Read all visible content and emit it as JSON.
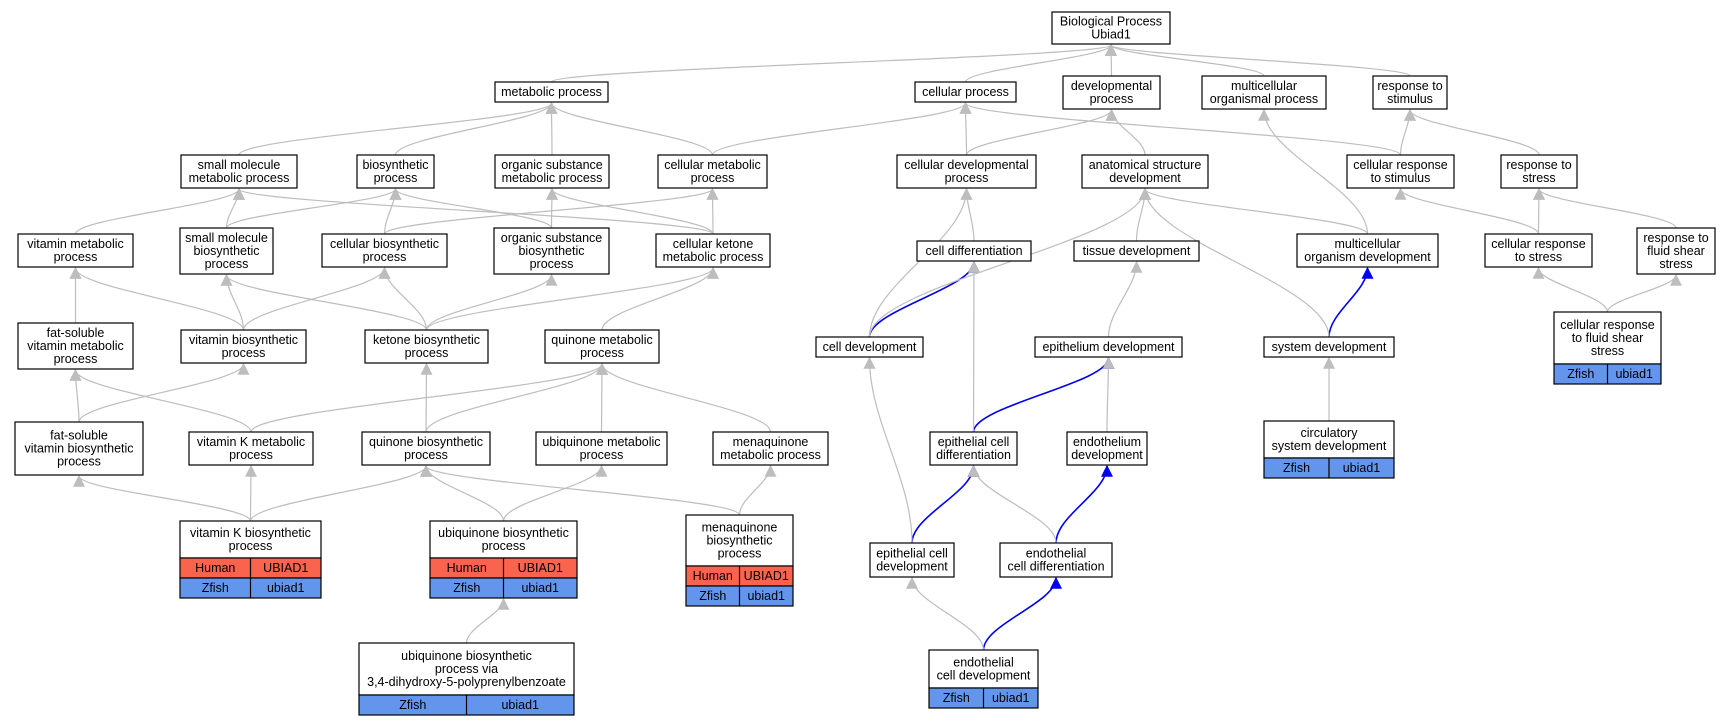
{
  "diagram": {
    "colors": {
      "edge": "#bdbdbd",
      "highlight_edge": "#0000ee",
      "node_border": "#000000",
      "human_row": "#fa634e",
      "zfish_row": "#6495ed"
    },
    "nodes": [
      {
        "id": "bp",
        "lines": [
          "Biological Process",
          "Ubiad1"
        ]
      },
      {
        "id": "metabolic",
        "lines": [
          "metabolic process"
        ]
      },
      {
        "id": "cellular",
        "lines": [
          "cellular process"
        ]
      },
      {
        "id": "developmental",
        "lines": [
          "developmental",
          "process"
        ]
      },
      {
        "id": "multicellular_org",
        "lines": [
          "multicellular",
          "organismal process"
        ]
      },
      {
        "id": "response_stim",
        "lines": [
          "response to",
          "stimulus"
        ]
      },
      {
        "id": "small_mol_met",
        "lines": [
          "small molecule",
          "metabolic process"
        ]
      },
      {
        "id": "biosynthetic",
        "lines": [
          "biosynthetic",
          "process"
        ]
      },
      {
        "id": "org_sub_met",
        "lines": [
          "organic substance",
          "metabolic process"
        ]
      },
      {
        "id": "cell_met",
        "lines": [
          "cellular metabolic",
          "process"
        ]
      },
      {
        "id": "cell_dev_proc",
        "lines": [
          "cellular developmental",
          "process"
        ]
      },
      {
        "id": "anat_dev",
        "lines": [
          "anatomical structure",
          "development"
        ]
      },
      {
        "id": "cell_resp_stim",
        "lines": [
          "cellular response",
          "to stimulus"
        ]
      },
      {
        "id": "resp_stress",
        "lines": [
          "response to",
          "stress"
        ]
      },
      {
        "id": "vit_met",
        "lines": [
          "vitamin metabolic",
          "process"
        ]
      },
      {
        "id": "small_mol_bio",
        "lines": [
          "small molecule",
          "biosynthetic",
          "process"
        ]
      },
      {
        "id": "cell_bio",
        "lines": [
          "cellular biosynthetic",
          "process"
        ]
      },
      {
        "id": "org_sub_bio",
        "lines": [
          "organic substance",
          "biosynthetic",
          "process"
        ]
      },
      {
        "id": "cell_ketone",
        "lines": [
          "cellular ketone",
          "metabolic process"
        ]
      },
      {
        "id": "cell_diff",
        "lines": [
          "cell differentiation"
        ]
      },
      {
        "id": "tissue_dev",
        "lines": [
          "tissue development"
        ]
      },
      {
        "id": "multi_org_dev",
        "lines": [
          "multicellular",
          "organism development"
        ]
      },
      {
        "id": "cell_resp_stress",
        "lines": [
          "cellular response",
          "to stress"
        ]
      },
      {
        "id": "resp_fluid",
        "lines": [
          "response to",
          "fluid shear",
          "stress"
        ]
      },
      {
        "id": "fat_vit_met",
        "lines": [
          "fat-soluble",
          "vitamin metabolic",
          "process"
        ]
      },
      {
        "id": "vit_bio",
        "lines": [
          "vitamin biosynthetic",
          "process"
        ]
      },
      {
        "id": "ketone_bio",
        "lines": [
          "ketone biosynthetic",
          "process"
        ]
      },
      {
        "id": "quinone_met",
        "lines": [
          "quinone metabolic",
          "process"
        ]
      },
      {
        "id": "cell_devt",
        "lines": [
          "cell development"
        ]
      },
      {
        "id": "epi_dev",
        "lines": [
          "epithelium development"
        ]
      },
      {
        "id": "sys_dev",
        "lines": [
          "system development"
        ]
      },
      {
        "id": "cell_resp_fluid",
        "lines": [
          "cellular response",
          "to fluid shear",
          "stress"
        ],
        "rows": [
          [
            "Zfish",
            "ubiad1"
          ]
        ]
      },
      {
        "id": "fat_vit_bio",
        "lines": [
          "fat-soluble",
          "vitamin biosynthetic",
          "process"
        ]
      },
      {
        "id": "vitk_met",
        "lines": [
          "vitamin K metabolic",
          "process"
        ]
      },
      {
        "id": "quinone_bio",
        "lines": [
          "quinone biosynthetic",
          "process"
        ]
      },
      {
        "id": "ubiq_met",
        "lines": [
          "ubiquinone metabolic",
          "process"
        ]
      },
      {
        "id": "menaq_met",
        "lines": [
          "menaquinone",
          "metabolic process"
        ]
      },
      {
        "id": "epi_cell_diff",
        "lines": [
          "epithelial cell",
          "differentiation"
        ]
      },
      {
        "id": "endoth_dev",
        "lines": [
          "endothelium",
          "development"
        ]
      },
      {
        "id": "circ_sys",
        "lines": [
          "circulatory",
          "system development"
        ],
        "rows": [
          [
            "Zfish",
            "ubiad1"
          ]
        ]
      },
      {
        "id": "vitk_bio",
        "lines": [
          "vitamin K biosynthetic",
          "process"
        ],
        "rows": [
          [
            "Human",
            "UBIAD1"
          ],
          [
            "Zfish",
            "ubiad1"
          ]
        ]
      },
      {
        "id": "ubiq_bio",
        "lines": [
          "ubiquinone biosynthetic",
          "process"
        ],
        "rows": [
          [
            "Human",
            "UBIAD1"
          ],
          [
            "Zfish",
            "ubiad1"
          ]
        ]
      },
      {
        "id": "menaq_bio",
        "lines": [
          "menaquinone",
          "biosynthetic",
          "process"
        ],
        "rows": [
          [
            "Human",
            "UBIAD1"
          ],
          [
            "Zfish",
            "ubiad1"
          ]
        ]
      },
      {
        "id": "epi_cell_dev",
        "lines": [
          "epithelial cell",
          "development"
        ]
      },
      {
        "id": "endoth_cell_diff",
        "lines": [
          "endothelial",
          "cell differentiation"
        ]
      },
      {
        "id": "ubiq_via",
        "lines": [
          "ubiquinone biosynthetic",
          "process via",
          "3,4-dihydroxy-5-polyprenylbenzoate"
        ],
        "rows": [
          [
            "Zfish",
            "ubiad1"
          ]
        ]
      },
      {
        "id": "endoth_cell_dev",
        "lines": [
          "endothelial",
          "cell development"
        ],
        "rows": [
          [
            "Zfish",
            "ubiad1"
          ]
        ]
      }
    ],
    "edges": [
      {
        "from": "metabolic",
        "to": "bp"
      },
      {
        "from": "cellular",
        "to": "bp"
      },
      {
        "from": "developmental",
        "to": "bp"
      },
      {
        "from": "multicellular_org",
        "to": "bp"
      },
      {
        "from": "response_stim",
        "to": "bp"
      },
      {
        "from": "small_mol_met",
        "to": "metabolic"
      },
      {
        "from": "biosynthetic",
        "to": "metabolic"
      },
      {
        "from": "org_sub_met",
        "to": "metabolic"
      },
      {
        "from": "cell_met",
        "to": "metabolic"
      },
      {
        "from": "cell_met",
        "to": "cellular"
      },
      {
        "from": "cell_dev_proc",
        "to": "cellular"
      },
      {
        "from": "cell_dev_proc",
        "to": "developmental"
      },
      {
        "from": "anat_dev",
        "to": "developmental"
      },
      {
        "from": "cell_resp_stim",
        "to": "cellular"
      },
      {
        "from": "cell_resp_stim",
        "to": "response_stim"
      },
      {
        "from": "resp_stress",
        "to": "response_stim"
      },
      {
        "from": "vit_met",
        "to": "small_mol_met"
      },
      {
        "from": "small_mol_bio",
        "to": "small_mol_met"
      },
      {
        "from": "small_mol_bio",
        "to": "biosynthetic"
      },
      {
        "from": "cell_bio",
        "to": "biosynthetic"
      },
      {
        "from": "cell_bio",
        "to": "cell_met"
      },
      {
        "from": "org_sub_bio",
        "to": "biosynthetic"
      },
      {
        "from": "org_sub_bio",
        "to": "org_sub_met"
      },
      {
        "from": "cell_ketone",
        "to": "org_sub_met"
      },
      {
        "from": "cell_ketone",
        "to": "cell_met"
      },
      {
        "from": "cell_ketone",
        "to": "small_mol_met"
      },
      {
        "from": "cell_diff",
        "to": "cell_dev_proc"
      },
      {
        "from": "tissue_dev",
        "to": "anat_dev"
      },
      {
        "from": "multi_org_dev",
        "to": "anat_dev"
      },
      {
        "from": "multi_org_dev",
        "to": "multicellular_org"
      },
      {
        "from": "cell_resp_stress",
        "to": "cell_resp_stim"
      },
      {
        "from": "cell_resp_stress",
        "to": "resp_stress"
      },
      {
        "from": "resp_fluid",
        "to": "resp_stress"
      },
      {
        "from": "fat_vit_met",
        "to": "vit_met"
      },
      {
        "from": "vit_bio",
        "to": "vit_met"
      },
      {
        "from": "vit_bio",
        "to": "small_mol_bio"
      },
      {
        "from": "vit_bio",
        "to": "cell_bio"
      },
      {
        "from": "ketone_bio",
        "to": "small_mol_bio"
      },
      {
        "from": "ketone_bio",
        "to": "cell_bio"
      },
      {
        "from": "ketone_bio",
        "to": "org_sub_bio"
      },
      {
        "from": "ketone_bio",
        "to": "cell_ketone"
      },
      {
        "from": "quinone_met",
        "to": "cell_ketone"
      },
      {
        "from": "cell_devt",
        "to": "cell_diff",
        "highlight": true
      },
      {
        "from": "cell_devt",
        "to": "cell_dev_proc"
      },
      {
        "from": "cell_devt",
        "to": "anat_dev"
      },
      {
        "from": "epi_dev",
        "to": "tissue_dev"
      },
      {
        "from": "sys_dev",
        "to": "multi_org_dev",
        "highlight": true
      },
      {
        "from": "sys_dev",
        "to": "anat_dev"
      },
      {
        "from": "cell_resp_fluid",
        "to": "cell_resp_stress"
      },
      {
        "from": "cell_resp_fluid",
        "to": "resp_fluid"
      },
      {
        "from": "fat_vit_bio",
        "to": "fat_vit_met"
      },
      {
        "from": "fat_vit_bio",
        "to": "vit_bio"
      },
      {
        "from": "vitk_met",
        "to": "fat_vit_met"
      },
      {
        "from": "vitk_met",
        "to": "quinone_met"
      },
      {
        "from": "quinone_bio",
        "to": "quinone_met"
      },
      {
        "from": "quinone_bio",
        "to": "ketone_bio"
      },
      {
        "from": "ubiq_met",
        "to": "quinone_met"
      },
      {
        "from": "menaq_met",
        "to": "quinone_met"
      },
      {
        "from": "epi_cell_diff",
        "to": "epi_dev",
        "highlight": true
      },
      {
        "from": "epi_cell_diff",
        "to": "cell_diff"
      },
      {
        "from": "endoth_dev",
        "to": "epi_dev"
      },
      {
        "from": "circ_sys",
        "to": "sys_dev"
      },
      {
        "from": "vitk_bio",
        "to": "vitk_met"
      },
      {
        "from": "vitk_bio",
        "to": "fat_vit_bio"
      },
      {
        "from": "vitk_bio",
        "to": "quinone_bio"
      },
      {
        "from": "ubiq_bio",
        "to": "ubiq_met"
      },
      {
        "from": "ubiq_bio",
        "to": "quinone_bio"
      },
      {
        "from": "menaq_bio",
        "to": "menaq_met"
      },
      {
        "from": "menaq_bio",
        "to": "quinone_bio"
      },
      {
        "from": "epi_cell_dev",
        "to": "epi_cell_diff",
        "highlight": true
      },
      {
        "from": "epi_cell_dev",
        "to": "cell_devt"
      },
      {
        "from": "endoth_cell_diff",
        "to": "endoth_dev",
        "highlight": true
      },
      {
        "from": "endoth_cell_diff",
        "to": "epi_cell_diff"
      },
      {
        "from": "ubiq_via",
        "to": "ubiq_bio"
      },
      {
        "from": "endoth_cell_dev",
        "to": "endoth_cell_diff",
        "highlight": true
      },
      {
        "from": "endoth_cell_dev",
        "to": "epi_cell_dev"
      }
    ]
  }
}
